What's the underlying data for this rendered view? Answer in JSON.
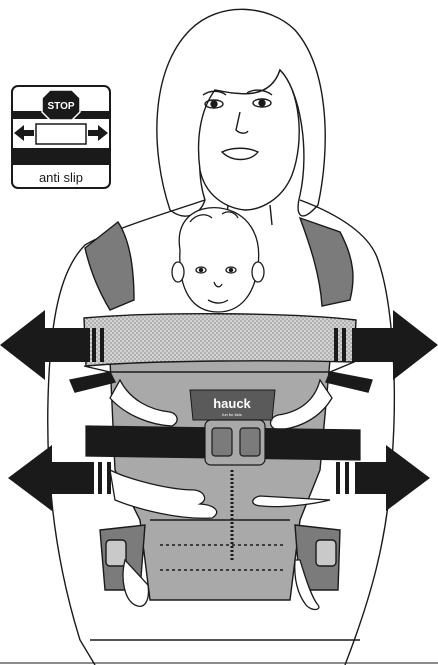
{
  "badge": {
    "stop_text": "STOP",
    "caption": "anti slip",
    "icon": "stop-sign-icon"
  },
  "brand": {
    "name": "hauck",
    "tagline": "fun for kids"
  },
  "icons": {
    "left_arrow": "left-arrow-icon",
    "right_arrow": "right-arrow-icon"
  },
  "colors": {
    "line": "#1a1a1a",
    "strap_gray": "#7b7b7b",
    "panel_gray": "#a9a9a9",
    "light_gray": "#c9c9c9",
    "dotted_pad": "#bcbcbc"
  }
}
